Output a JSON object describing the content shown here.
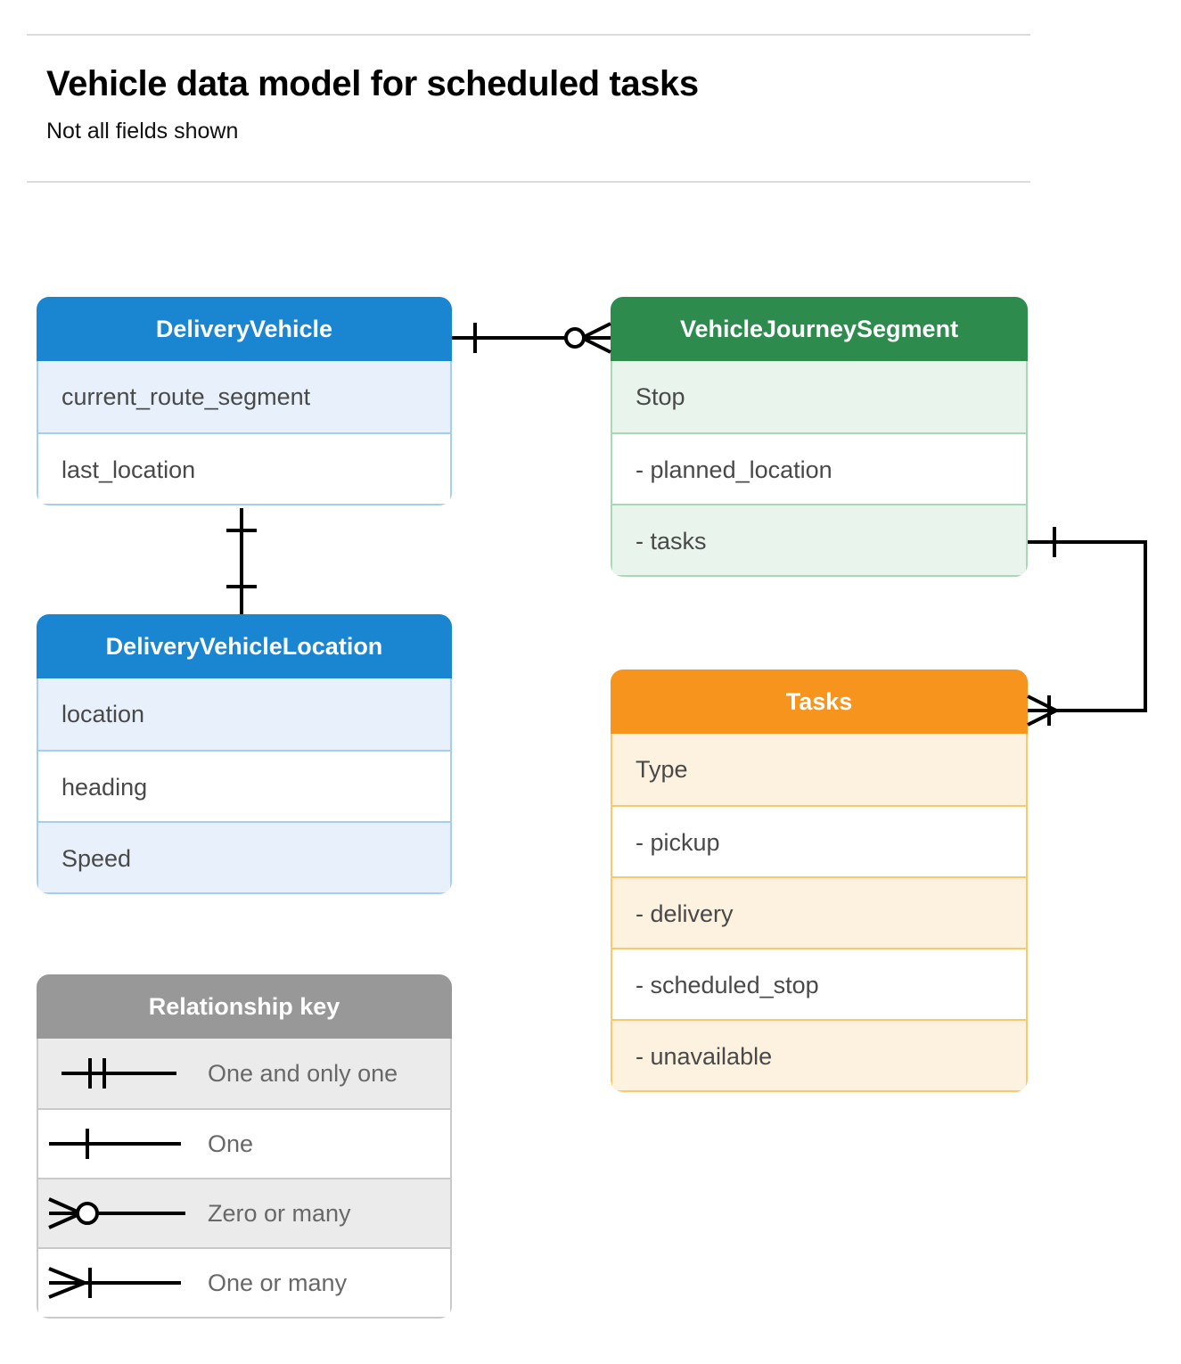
{
  "header": {
    "title": "Vehicle data model for scheduled tasks",
    "subtitle": "Not all fields shown"
  },
  "colors": {
    "blue_header": "#1a85d1",
    "blue_row_tint": "#e8f1fb",
    "blue_border": "#a5cdef",
    "green_header": "#2e8b4e",
    "green_row_tint": "#e9f4ec",
    "green_border": "#a8d8b4",
    "orange_header": "#f7941e",
    "orange_row_tint": "#fdf2df",
    "orange_border": "#fbc96a",
    "grey_header": "#989898",
    "grey_row_tint": "#ebebeb",
    "grey_border": "#c9c9c9",
    "connector": "#000000",
    "rule": "#dcdcdc",
    "field_text": "#494949"
  },
  "entities": [
    {
      "id": "delivery-vehicle",
      "title": "DeliveryVehicle",
      "theme": "blue",
      "fields": [
        "current_route_segment",
        "last_location"
      ]
    },
    {
      "id": "vehicle-journey-segment",
      "title": "VehicleJourneySegment",
      "theme": "green",
      "fields": [
        "Stop",
        "-  planned_location",
        "- tasks"
      ]
    },
    {
      "id": "delivery-vehicle-location",
      "title": "DeliveryVehicleLocation",
      "theme": "blue",
      "fields": [
        "location",
        "heading",
        "Speed"
      ]
    },
    {
      "id": "tasks",
      "title": "Tasks",
      "theme": "orange",
      "fields": [
        "Type",
        "-  pickup",
        "-  delivery",
        "-  scheduled_stop",
        "-  unavailable"
      ]
    }
  ],
  "legend": {
    "title": "Relationship key",
    "rows": [
      {
        "symbol": "one-and-only-one",
        "label": "One and only one"
      },
      {
        "symbol": "one",
        "label": "One"
      },
      {
        "symbol": "zero-or-many",
        "label": "Zero or many"
      },
      {
        "symbol": "one-or-many",
        "label": "One or many"
      }
    ]
  },
  "relationships": [
    {
      "id": "deliveryvehicle-to-vehiclejourneysegment",
      "from": "DeliveryVehicle",
      "to": "VehicleJourneySegment",
      "from_cardinality": "One",
      "to_cardinality": "Zero or many"
    },
    {
      "id": "deliveryvehicle-to-deliveryvehiclelocation",
      "from": "DeliveryVehicle",
      "to": "DeliveryVehicleLocation",
      "from_cardinality": "One",
      "to_cardinality": "One"
    },
    {
      "id": "vehiclejourneysegment-tasks-to-tasks",
      "from": "VehicleJourneySegment.tasks",
      "to": "Tasks",
      "from_cardinality": "One",
      "to_cardinality": "One or many"
    }
  ]
}
